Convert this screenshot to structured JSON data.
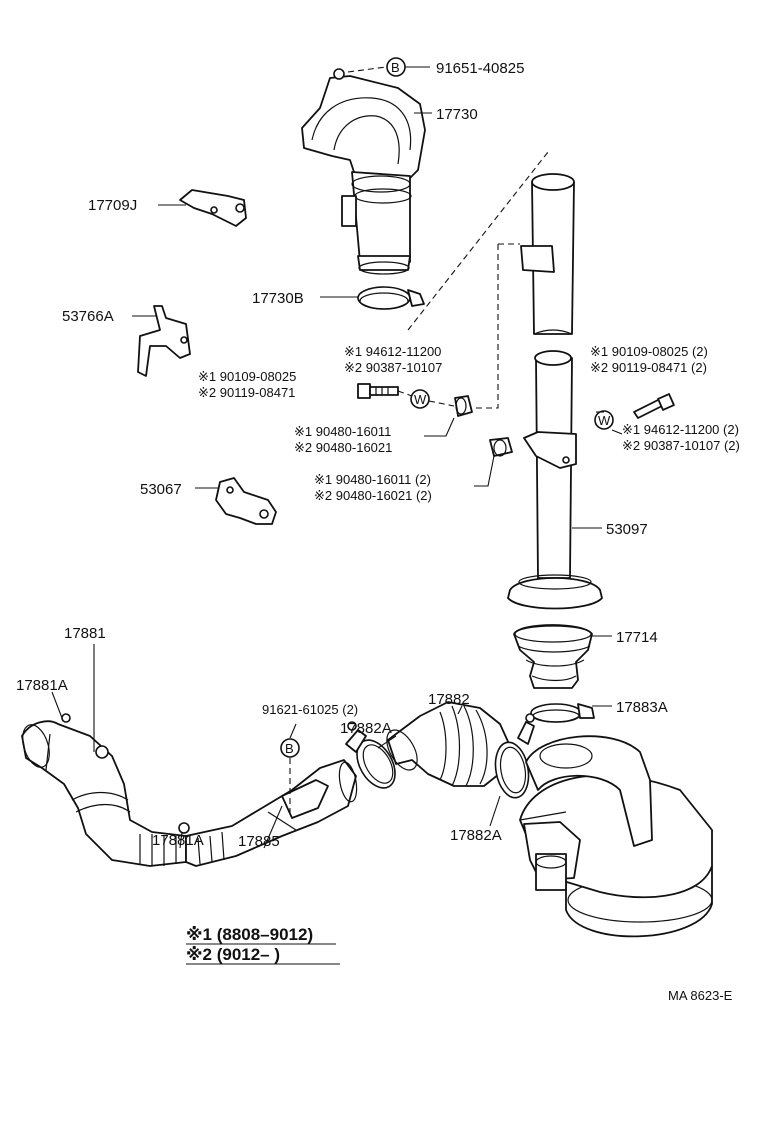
{
  "labels": {
    "p91651": "91651-40825",
    "p17730": "17730",
    "p17709j": "17709J",
    "p17730b": "17730B",
    "p53766a": "53766A",
    "star1_94612": "※1 94612-11200",
    "star2_90387": "※2 90387-10107",
    "left_star1_90109": "※1 90109-08025",
    "left_star2_90119": "※2 90119-08471",
    "left_star1_90480": "※1 90480-16011",
    "left_star2_90480": "※2 90480-16021",
    "p53067": "53067",
    "mid_star1_90480": "※1 90480-16011 (2)",
    "mid_star2_90480": "※2 90480-16021 (2)",
    "right_star1_90109": "※1 90109-08025 (2)",
    "right_star2_90119": "※2 90119-08471 (2)",
    "right_star1_94612": "※1 94612-11200 (2)",
    "right_star2_90387": "※2 90387-10107 (2)",
    "p53097": "53097",
    "p17714": "17714",
    "p17883a": "17883A",
    "p17881": "17881",
    "p17881a_top": "17881A",
    "p91621": "91621-61025 (2)",
    "p17882": "17882",
    "p17882a_top": "17882A",
    "p17881a_mid": "17881A",
    "p17885": "17885",
    "p17882a_bottom": "17882A",
    "legend1": "※1 (8808–9012)",
    "legend2": "※2 (9012–        )",
    "code": "MA 8623-E",
    "marker_b": "B",
    "marker_w": "W"
  }
}
